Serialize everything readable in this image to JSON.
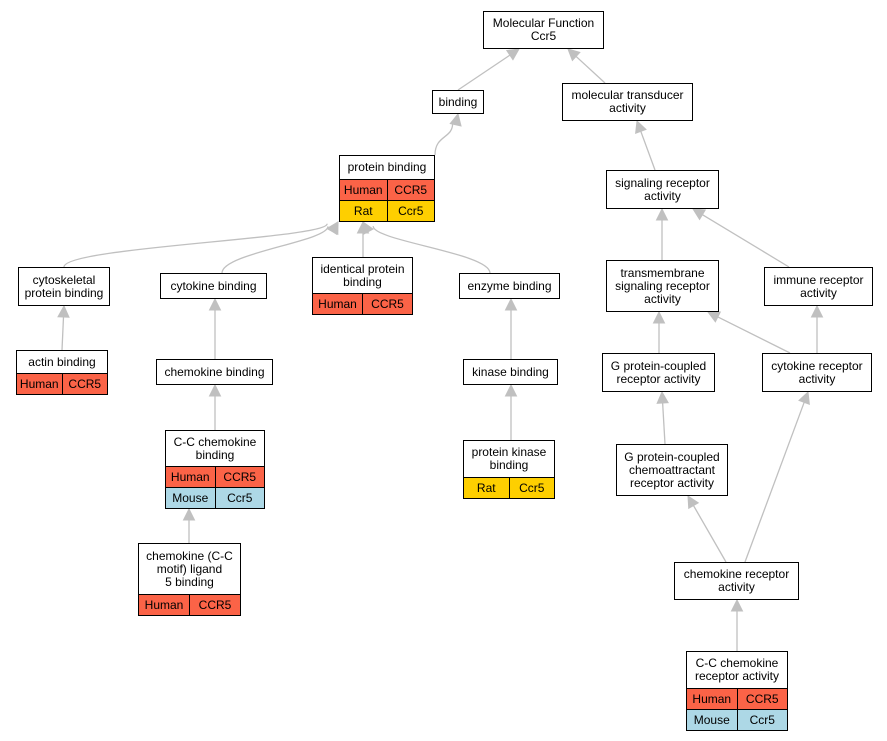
{
  "colors": {
    "human": "#fb6347",
    "rat": "#fecf00",
    "mouse": "#add8e6",
    "edge": "#c0c0c0"
  },
  "nodes": {
    "mf": {
      "label": "Molecular Function\nCcr5"
    },
    "binding": {
      "label": "binding"
    },
    "mtrans": {
      "label": "molecular transducer\nactivity"
    },
    "pbind": {
      "label": "protein binding",
      "rows": [
        {
          "species": "Human",
          "gene": "CCR5",
          "color": "human"
        },
        {
          "species": "Rat",
          "gene": "Ccr5",
          "color": "rat"
        }
      ]
    },
    "sigrec": {
      "label": "signaling receptor\nactivity"
    },
    "cyto": {
      "label": "cytoskeletal\nprotein binding"
    },
    "cytokine": {
      "label": "cytokine binding"
    },
    "identical": {
      "label": "identical protein\nbinding",
      "rows": [
        {
          "species": "Human",
          "gene": "CCR5",
          "color": "human"
        }
      ]
    },
    "enzyme": {
      "label": "enzyme binding"
    },
    "tmsig": {
      "label": "transmembrane\nsignaling receptor\nactivity"
    },
    "immune": {
      "label": "immune receptor\nactivity"
    },
    "actin": {
      "label": "actin binding",
      "rows": [
        {
          "species": "Human",
          "gene": "CCR5",
          "color": "human"
        }
      ]
    },
    "chemokine": {
      "label": "chemokine binding"
    },
    "kinase": {
      "label": "kinase binding"
    },
    "gpcr": {
      "label": "G protein-coupled\nreceptor activity"
    },
    "cytorec": {
      "label": "cytokine receptor\nactivity"
    },
    "ccchem": {
      "label": "C-C chemokine\nbinding",
      "rows": [
        {
          "species": "Human",
          "gene": "CCR5",
          "color": "human"
        },
        {
          "species": "Mouse",
          "gene": "Ccr5",
          "color": "mouse"
        }
      ]
    },
    "pkinase": {
      "label": "protein kinase\nbinding",
      "rows": [
        {
          "species": "Rat",
          "gene": "Ccr5",
          "color": "rat"
        }
      ]
    },
    "gpcrchemo": {
      "label": "G protein-coupled\nchemoattractant\nreceptor activity"
    },
    "ccl5": {
      "label": "chemokine (C-C\nmotif) ligand\n5 binding",
      "rows": [
        {
          "species": "Human",
          "gene": "CCR5",
          "color": "human"
        }
      ]
    },
    "chemrec": {
      "label": "chemokine receptor\nactivity"
    },
    "ccchemrec": {
      "label": "C-C chemokine\nreceptor activity",
      "rows": [
        {
          "species": "Human",
          "gene": "CCR5",
          "color": "human"
        },
        {
          "species": "Mouse",
          "gene": "Ccr5",
          "color": "mouse"
        }
      ]
    }
  },
  "edges": [
    {
      "from": "binding",
      "to": "mf"
    },
    {
      "from": "mtrans",
      "to": "mf"
    },
    {
      "from": "pbind",
      "to": "binding"
    },
    {
      "from": "sigrec",
      "to": "mtrans"
    },
    {
      "from": "cyto",
      "to": "pbind"
    },
    {
      "from": "cytokine",
      "to": "pbind"
    },
    {
      "from": "identical",
      "to": "pbind"
    },
    {
      "from": "enzyme",
      "to": "pbind"
    },
    {
      "from": "tmsig",
      "to": "sigrec"
    },
    {
      "from": "immune",
      "to": "sigrec"
    },
    {
      "from": "actin",
      "to": "cyto"
    },
    {
      "from": "chemokine",
      "to": "cytokine"
    },
    {
      "from": "kinase",
      "to": "enzyme"
    },
    {
      "from": "gpcr",
      "to": "tmsig"
    },
    {
      "from": "cytorec",
      "to": "tmsig"
    },
    {
      "from": "cytorec",
      "to": "immune"
    },
    {
      "from": "ccchem",
      "to": "chemokine"
    },
    {
      "from": "pkinase",
      "to": "kinase"
    },
    {
      "from": "gpcrchemo",
      "to": "gpcr"
    },
    {
      "from": "ccl5",
      "to": "ccchem"
    },
    {
      "from": "chemrec",
      "to": "gpcrchemo"
    },
    {
      "from": "chemrec",
      "to": "cytorec"
    },
    {
      "from": "ccchemrec",
      "to": "chemrec"
    }
  ]
}
